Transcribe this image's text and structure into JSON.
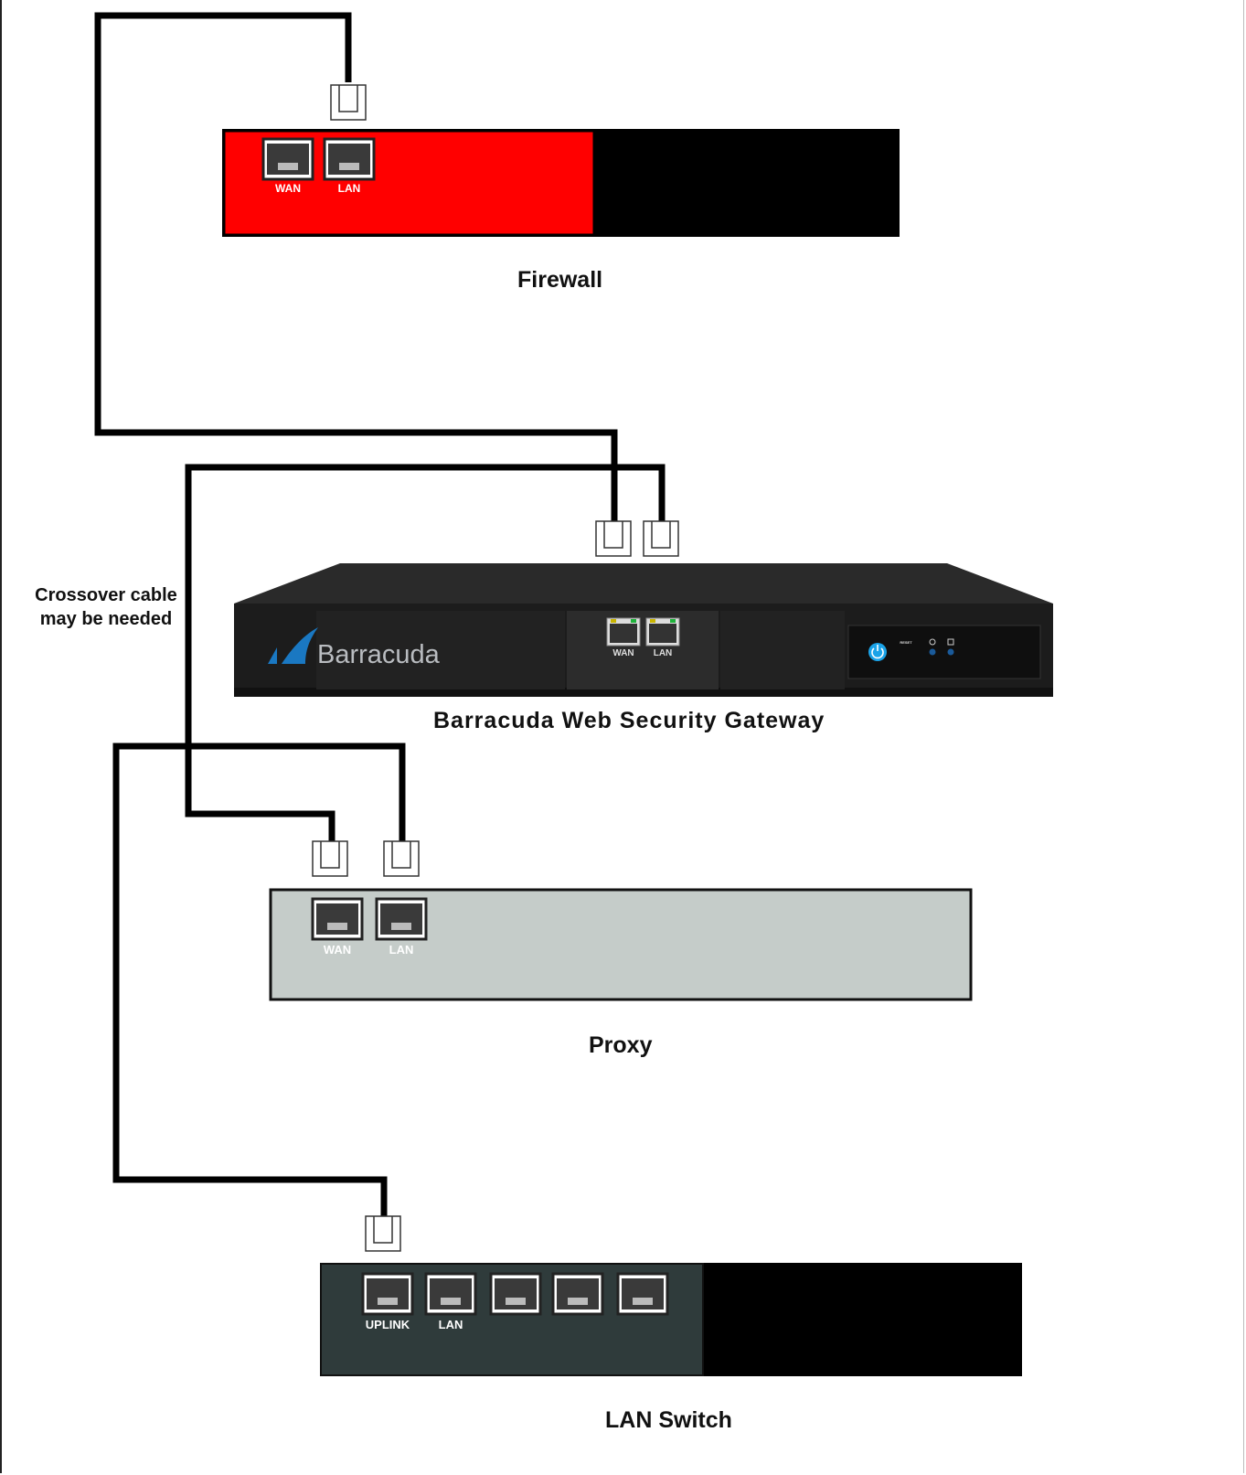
{
  "devices": {
    "firewall": {
      "title": "Firewall",
      "ports": [
        "WAN",
        "LAN"
      ],
      "colors": {
        "front": "#ff0000",
        "rear": "#000000"
      }
    },
    "barracuda": {
      "title": "Barracuda Web Security Gateway",
      "brand": "Barracuda",
      "ports": [
        "WAN",
        "LAN"
      ],
      "small_text": "RESET",
      "colors": {
        "body": "#1f1f1f",
        "accent": "#1aa3e8"
      }
    },
    "proxy": {
      "title": "Proxy",
      "ports": [
        "WAN",
        "LAN"
      ],
      "colors": {
        "body": "#c5ccc9"
      }
    },
    "switch": {
      "title": "LAN Switch",
      "ports": [
        "UPLINK",
        "LAN",
        "",
        "",
        ""
      ],
      "colors": {
        "front": "#2f3b3b",
        "rear": "#000000"
      }
    }
  },
  "note": {
    "line1": "Crossover cable",
    "line2": "may be needed"
  }
}
